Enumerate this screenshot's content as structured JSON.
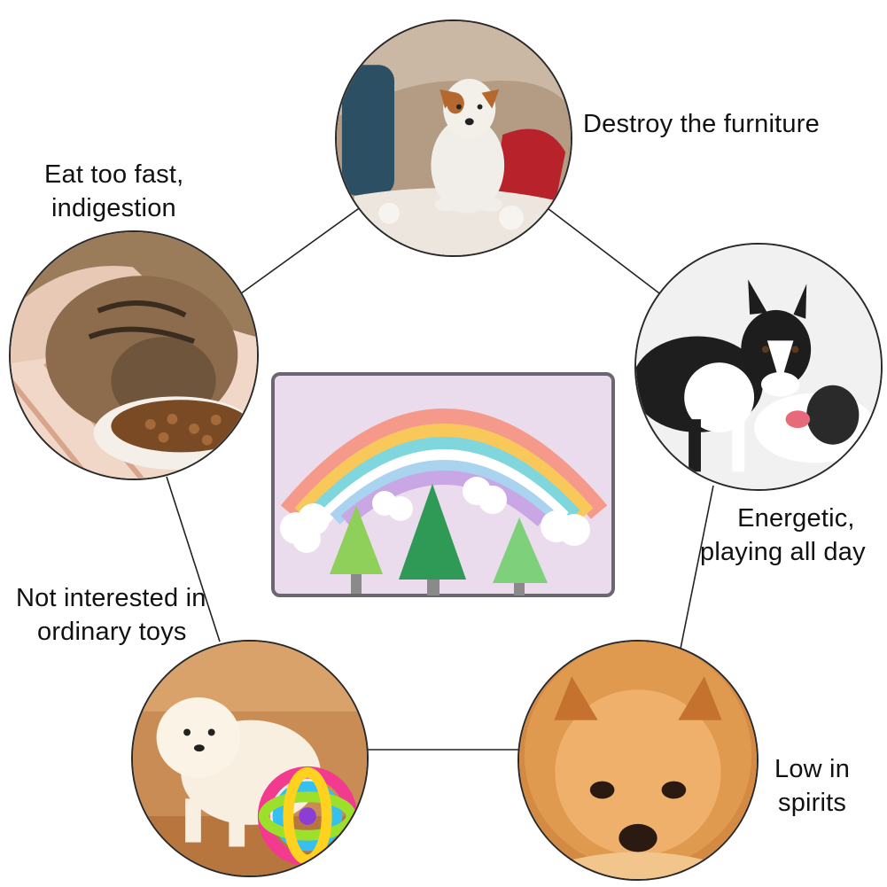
{
  "captions": {
    "top": [
      "Destroy the furniture"
    ],
    "left": [
      "Eat too fast,",
      "indigestion"
    ],
    "right": [
      "Energetic,",
      "playing all day"
    ],
    "bottom_left": [
      "Not interested in",
      "ordinary toys"
    ],
    "bottom_right": [
      "Low in",
      "spirits"
    ]
  },
  "icons": {
    "top": "dog-on-torn-couch-photo",
    "left": "cat-eating-kibble-photo",
    "right": "two-bulldogs-playing-photo",
    "bottom_left": "puppy-with-ball-toy-photo",
    "bottom_right": "pomeranian-resting-photo",
    "center": "rainbow-snuffle-mat-image"
  },
  "colors": {
    "line": "#222222",
    "mat_background": "#eadcec",
    "mat_border": "#6b6670",
    "rainbow": [
      "#f59a8a",
      "#f8c85a",
      "#7fd6dc",
      "#ffffff",
      "#a9d3ee",
      "#c9a6e4"
    ],
    "trees": [
      "#8fd05a",
      "#2e9a56",
      "#7fd07a"
    ]
  }
}
